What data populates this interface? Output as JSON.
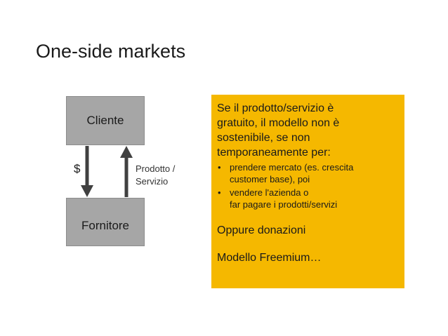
{
  "slide": {
    "title": "One-side markets"
  },
  "diagram": {
    "top_node": "Cliente",
    "bottom_node": "Fornitore",
    "down_flow_label": "$",
    "up_flow_label_lines": [
      "Prodotto /",
      "Servizio"
    ]
  },
  "note": {
    "lead_lines": [
      "Se il prodotto/servizio è",
      "gratuito, il modello non è",
      "sostenibile, se non",
      "temporaneamente per:"
    ],
    "bullets": [
      {
        "lines": [
          "prendere mercato (es. crescita",
          "customer base), poi"
        ]
      },
      {
        "lines": [
          "vendere l'azienda o",
          "far pagare i prodotti/servizi"
        ]
      }
    ],
    "alternative_1": "Oppure donazioni",
    "alternative_2": "Modello Freemium…",
    "bullet_symbol": "•"
  },
  "colors": {
    "node_fill": "#a6a6a6",
    "note_fill": "#f5b800",
    "arrow": "#404040"
  }
}
